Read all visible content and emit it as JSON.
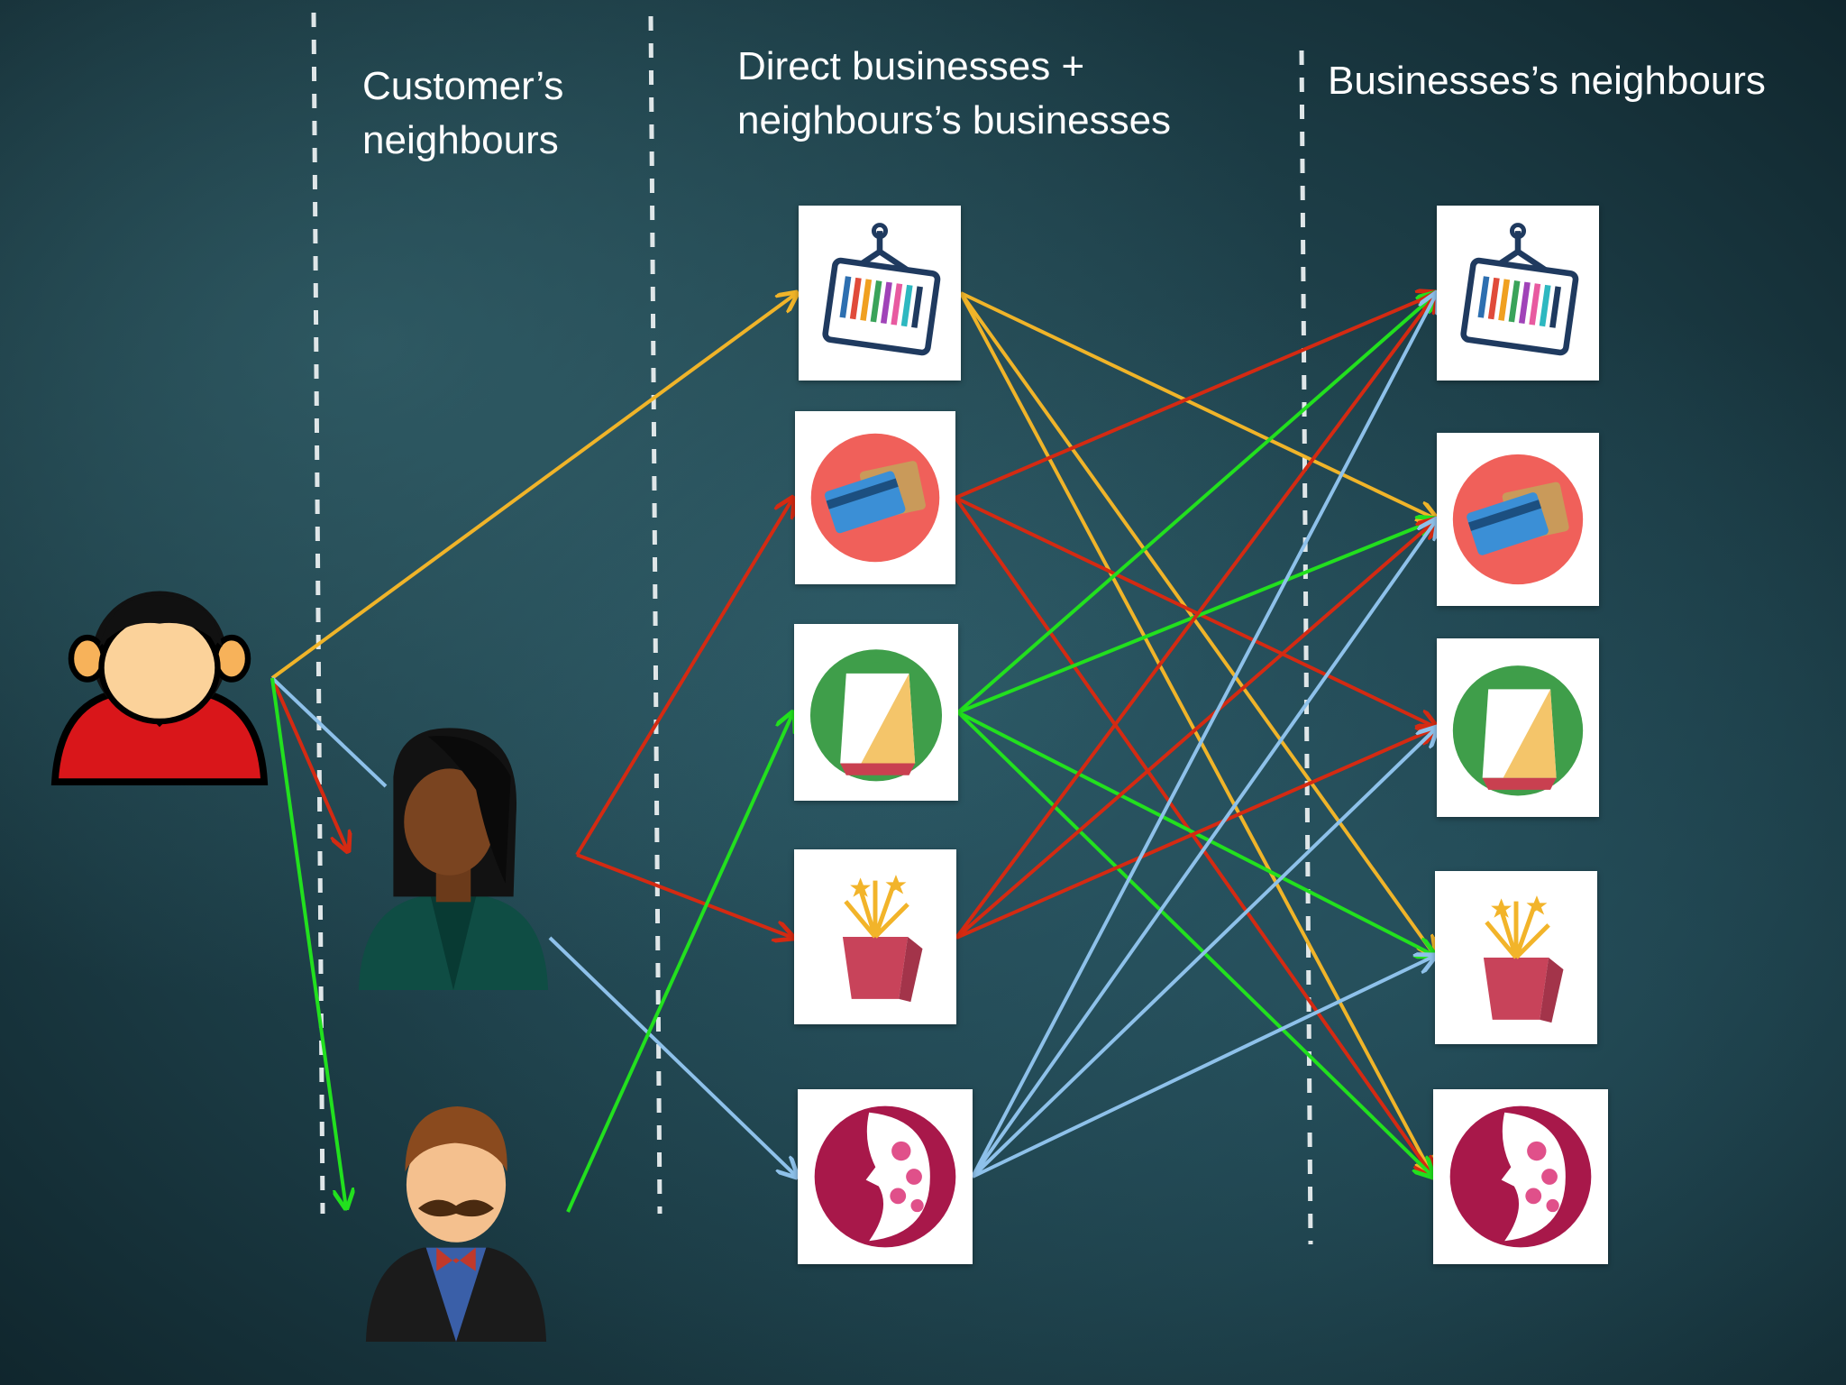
{
  "headings": {
    "customer_line1": "Customer’s",
    "customer_line2": "neighbours",
    "direct_line1": "Direct businesses +",
    "direct_line2": "neighbours’s businesses",
    "neighbours": "Businesses’s neighbours"
  },
  "people": [
    {
      "role": "customer",
      "icon": "customer-boy-icon"
    },
    {
      "role": "neighbour",
      "icon": "woman-neighbour-icon"
    },
    {
      "role": "neighbour",
      "icon": "mustache-man-neighbour-icon"
    }
  ],
  "businesses": [
    {
      "id": "barcode",
      "icon": "barcode-tag-icon"
    },
    {
      "id": "cards",
      "icon": "credit-card-wallet-icon"
    },
    {
      "id": "bag",
      "icon": "shopping-bag-icon"
    },
    {
      "id": "gift",
      "icon": "gift-bag-stars-icon"
    },
    {
      "id": "beauty",
      "icon": "floral-face-icon"
    }
  ],
  "colors": {
    "yellow": "#f0b429",
    "red": "#d42a12",
    "blue": "#8ec1ea",
    "green": "#22e01e",
    "divider": "#dfe6e8"
  }
}
